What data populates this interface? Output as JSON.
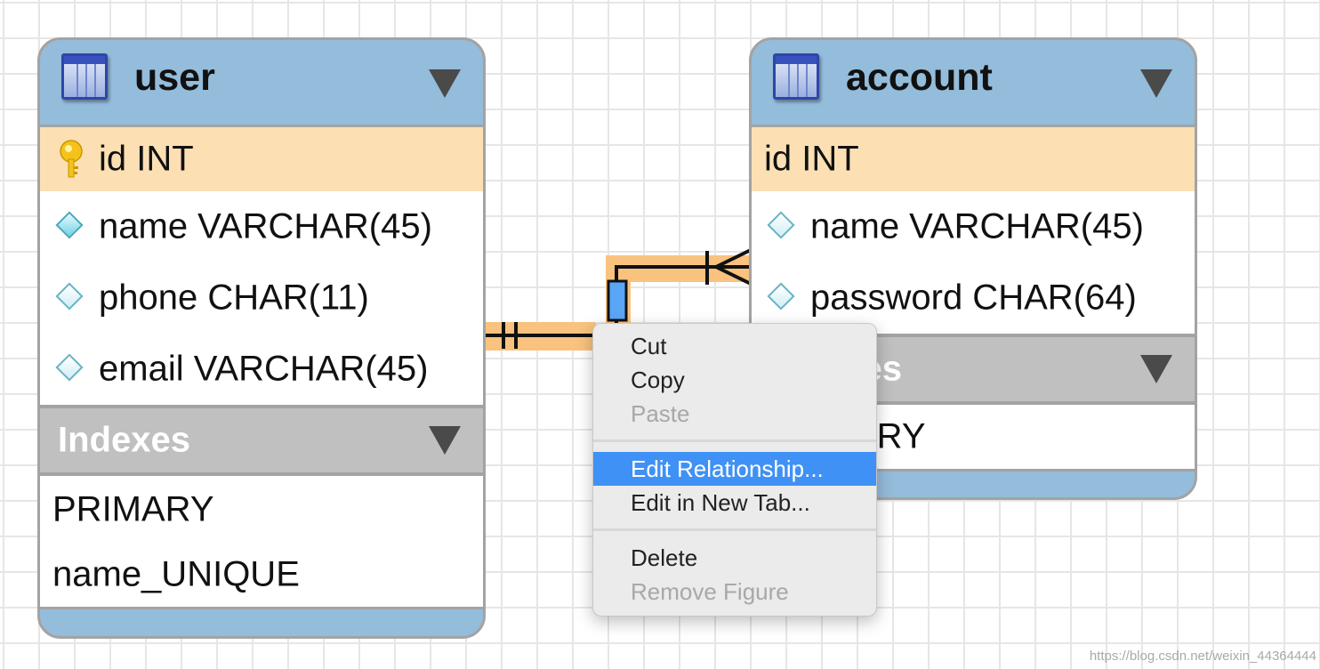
{
  "tables": {
    "user": {
      "title": "user",
      "primary_key": "id INT",
      "columns": [
        "name VARCHAR(45)",
        "phone CHAR(11)",
        "email VARCHAR(45)"
      ],
      "indexes_label": "Indexes",
      "indexes": [
        "PRIMARY",
        "name_UNIQUE"
      ]
    },
    "account": {
      "title": "account",
      "primary_key": "id INT",
      "columns": [
        "name VARCHAR(45)",
        "password CHAR(64)"
      ],
      "indexes_label": "Indexes",
      "indexes": [
        "PRIMARY"
      ]
    }
  },
  "context_menu": {
    "items": [
      {
        "label": "Cut",
        "enabled": true
      },
      {
        "label": "Copy",
        "enabled": true
      },
      {
        "label": "Paste",
        "enabled": false
      },
      {
        "label": "Edit Relationship...",
        "enabled": true,
        "highlighted": true
      },
      {
        "label": "Edit in New Tab...",
        "enabled": true
      },
      {
        "label": "Delete",
        "enabled": true
      },
      {
        "label": "Remove Figure",
        "enabled": false
      }
    ]
  },
  "watermark": "https://blog.csdn.net/weixin_44364444",
  "colors": {
    "header": "#94bcdb",
    "primary_key_row": "#fce0b4",
    "section_header": "#c0c0c0",
    "relationship_highlight": "#f9c27e",
    "menu_highlight": "#3f91f5"
  },
  "icons": {
    "table": "table-icon",
    "primary_key": "key-icon",
    "column": "diamond-icon",
    "collapse": "triangle-down-icon"
  }
}
